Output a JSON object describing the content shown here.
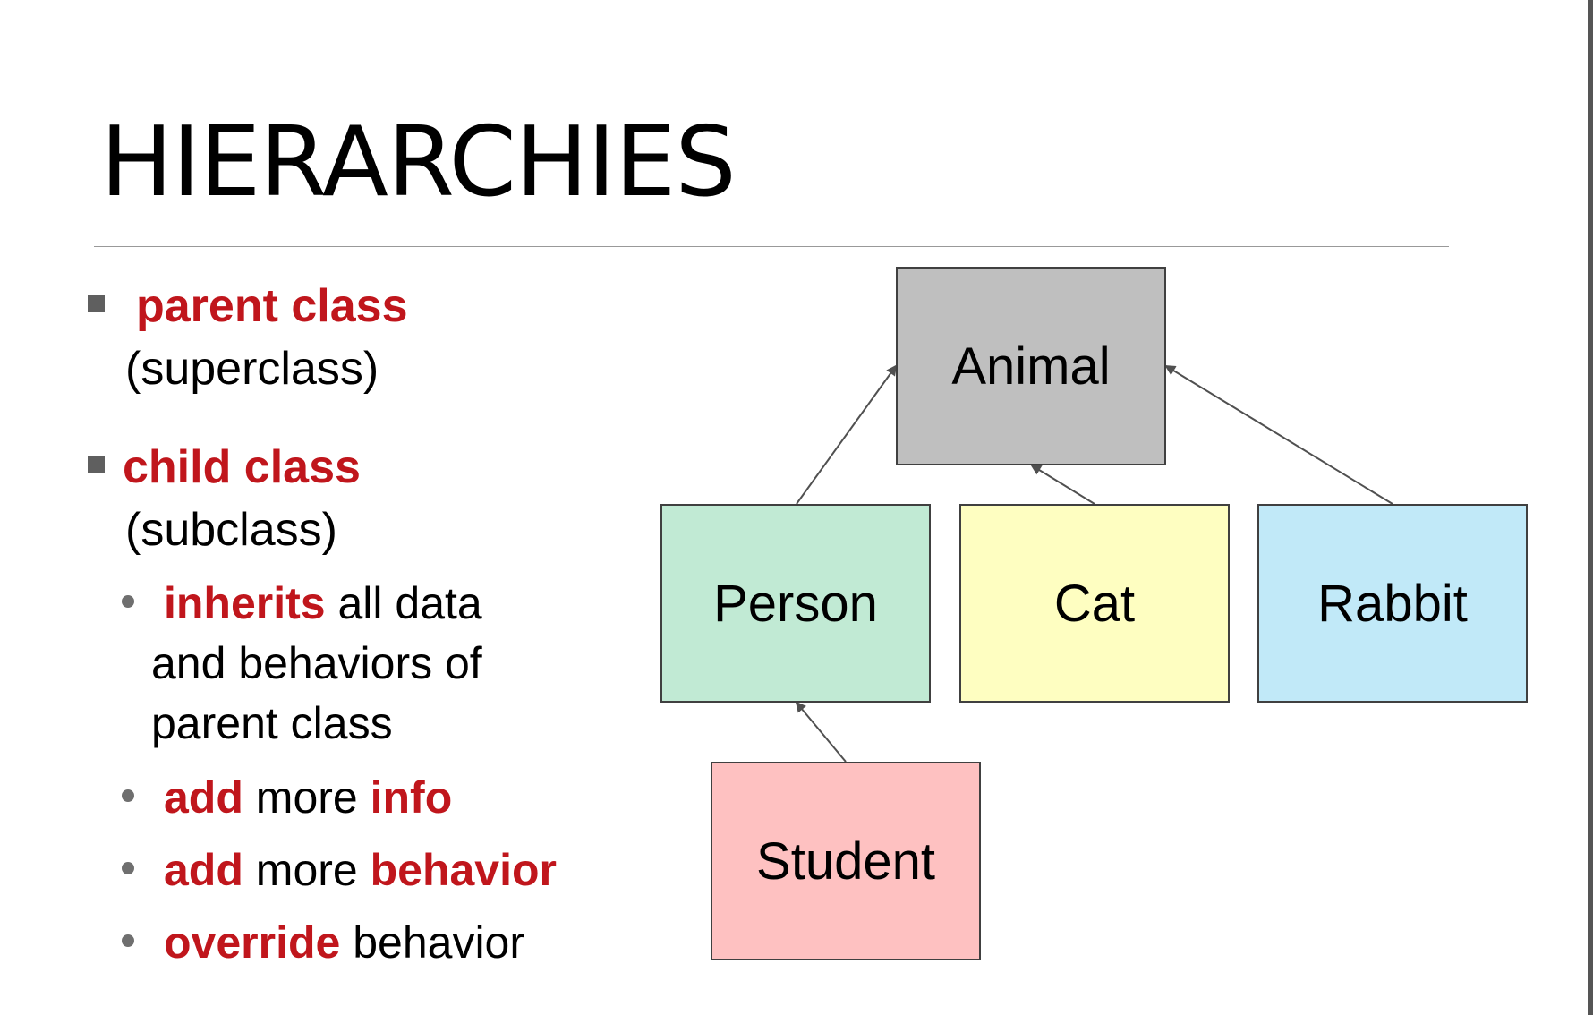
{
  "slide": {
    "title": "HIERARCHIES"
  },
  "bullets": {
    "parent": {
      "term": "parent class",
      "note": "(superclass)"
    },
    "child": {
      "term": "child class",
      "note": "(subclass)",
      "subitems": [
        {
          "keyword": "inherits",
          "rest": " all data",
          "cont": [
            "and behaviors of",
            "parent class"
          ]
        },
        {
          "keyword": "add",
          "middle": " more ",
          "keyword2": "info"
        },
        {
          "keyword": "add",
          "middle": " more ",
          "keyword2": "behavior"
        },
        {
          "keyword": "override",
          "rest": " behavior"
        }
      ]
    }
  },
  "diagram": {
    "nodes": [
      {
        "id": "animal",
        "label": "Animal",
        "color": "#bfbfbf"
      },
      {
        "id": "person",
        "label": "Person",
        "color": "#c1ead4"
      },
      {
        "id": "cat",
        "label": "Cat",
        "color": "#fefec1"
      },
      {
        "id": "rabbit",
        "label": "Rabbit",
        "color": "#c1e9f8"
      },
      {
        "id": "student",
        "label": "Student",
        "color": "#fec1c1"
      }
    ],
    "edges": [
      {
        "from": "person",
        "to": "animal"
      },
      {
        "from": "cat",
        "to": "animal"
      },
      {
        "from": "rabbit",
        "to": "animal"
      },
      {
        "from": "student",
        "to": "person"
      }
    ]
  },
  "colors": {
    "keyword_red": "#c0161c",
    "arrow": "#505050",
    "border": "#404040"
  }
}
